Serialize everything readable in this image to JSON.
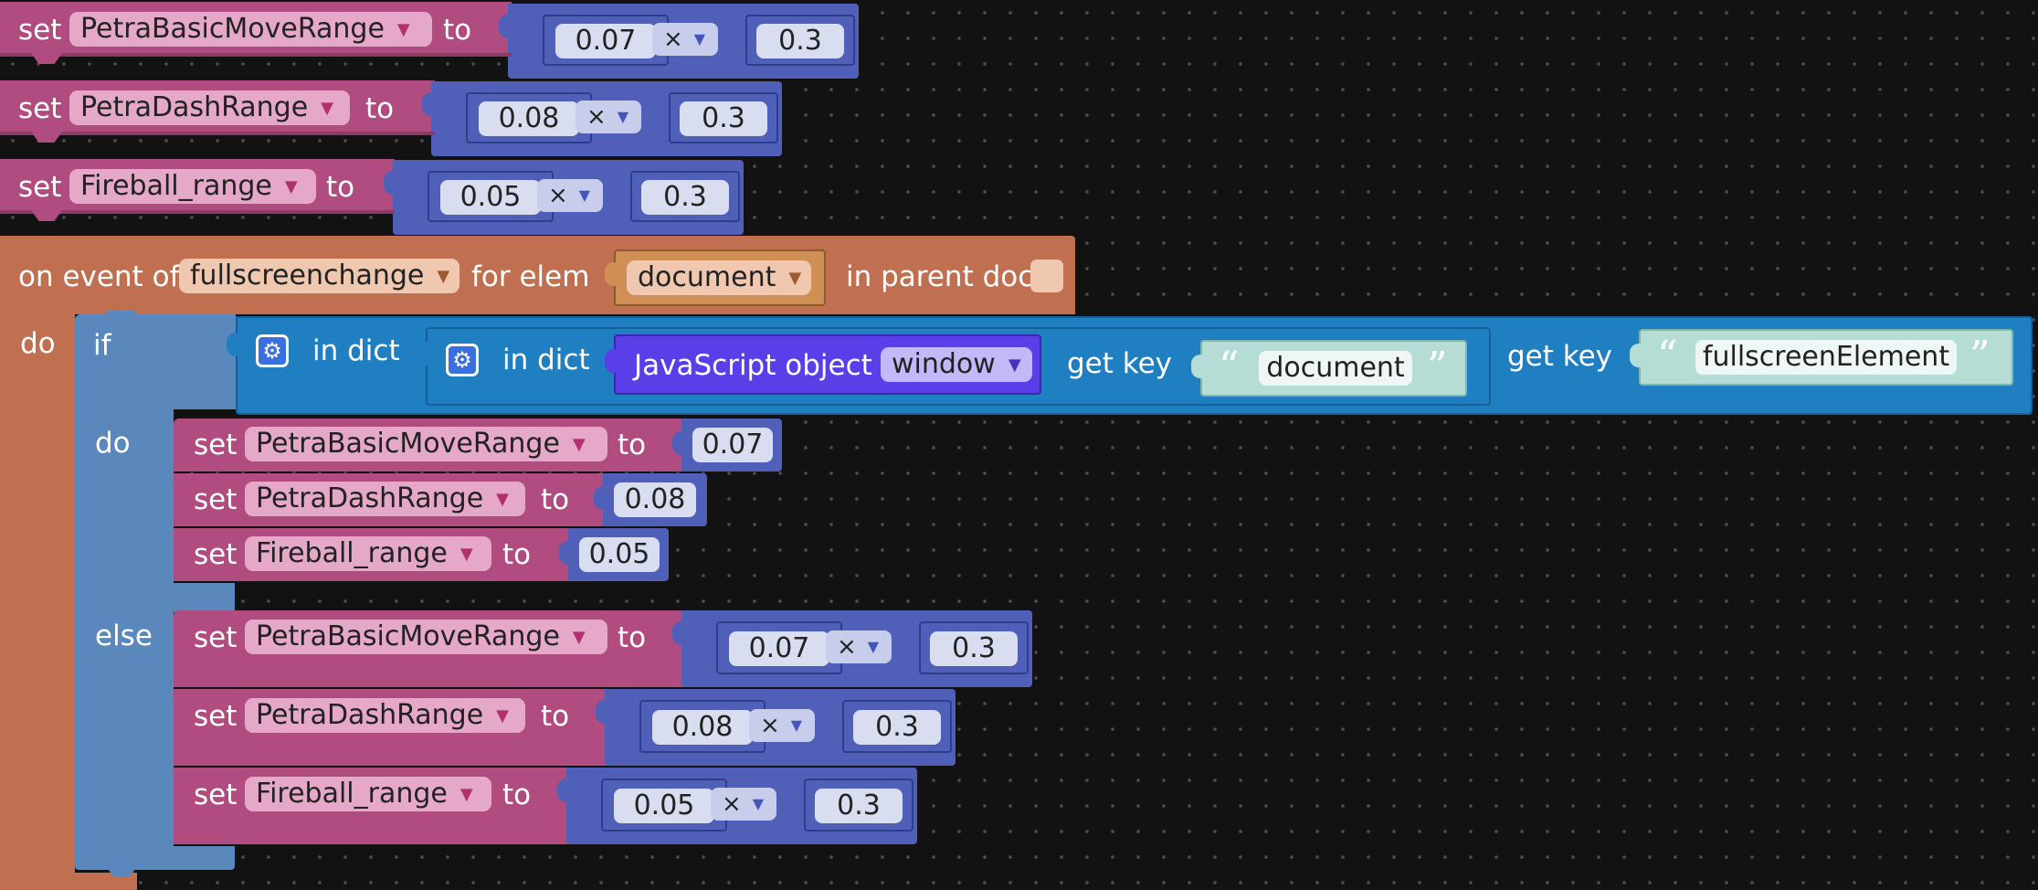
{
  "top_assignments": [
    {
      "kw_set": "set",
      "variable": "PetraBasicMoveRange",
      "kw_to": "to",
      "left": "0.07",
      "op": "×",
      "right": "0.3"
    },
    {
      "kw_set": "set",
      "variable": "PetraDashRange",
      "kw_to": "to",
      "left": "0.08",
      "op": "×",
      "right": "0.3"
    },
    {
      "kw_set": "set",
      "variable": "Fireball_range",
      "kw_to": "to",
      "left": "0.05",
      "op": "×",
      "right": "0.3"
    }
  ],
  "event_block": {
    "label_on_event": "on event of",
    "event_name": "fullscreenchange",
    "label_for_elem": "for elem",
    "element": "document",
    "label_in_parent_doc": "in parent doc",
    "label_do": "do"
  },
  "if_block": {
    "label_if": "if",
    "label_do": "do",
    "label_else": "else",
    "outer_in_dict": "in dict",
    "inner_in_dict": "in dict",
    "js_object_label": "JavaScript object",
    "js_object_value": "window",
    "inner_get_key": "get key",
    "inner_key": "document",
    "outer_get_key": "get key",
    "outer_key": "fullscreenElement"
  },
  "do_assignments": [
    {
      "kw_set": "set",
      "variable": "PetraBasicMoveRange",
      "kw_to": "to",
      "value": "0.07"
    },
    {
      "kw_set": "set",
      "variable": "PetraDashRange",
      "kw_to": "to",
      "value": "0.08"
    },
    {
      "kw_set": "set",
      "variable": "Fireball_range",
      "kw_to": "to",
      "value": "0.05"
    }
  ],
  "else_assignments": [
    {
      "kw_set": "set",
      "variable": "PetraBasicMoveRange",
      "kw_to": "to",
      "left": "0.07",
      "op": "×",
      "right": "0.3"
    },
    {
      "kw_set": "set",
      "variable": "PetraDashRange",
      "kw_to": "to",
      "left": "0.08",
      "op": "×",
      "right": "0.3"
    },
    {
      "kw_set": "set",
      "variable": "Fireball_range",
      "kw_to": "to",
      "left": "0.05",
      "op": "×",
      "right": "0.3"
    }
  ],
  "icons": {
    "dropdown": "dropdown-arrow-icon",
    "gear": "gear-icon",
    "quote_open": "“",
    "quote_close": "”",
    "grid": "dot-grid"
  },
  "colors": {
    "background": "#121212",
    "variable_block": "#b04c80",
    "math_block": "#5060b8",
    "event_block": "#c07050",
    "if_block": "#5a88bd",
    "dict_block": "#1f7fc0",
    "js_object_block": "#5a3ee8",
    "string_block": "#b6ddd5"
  }
}
